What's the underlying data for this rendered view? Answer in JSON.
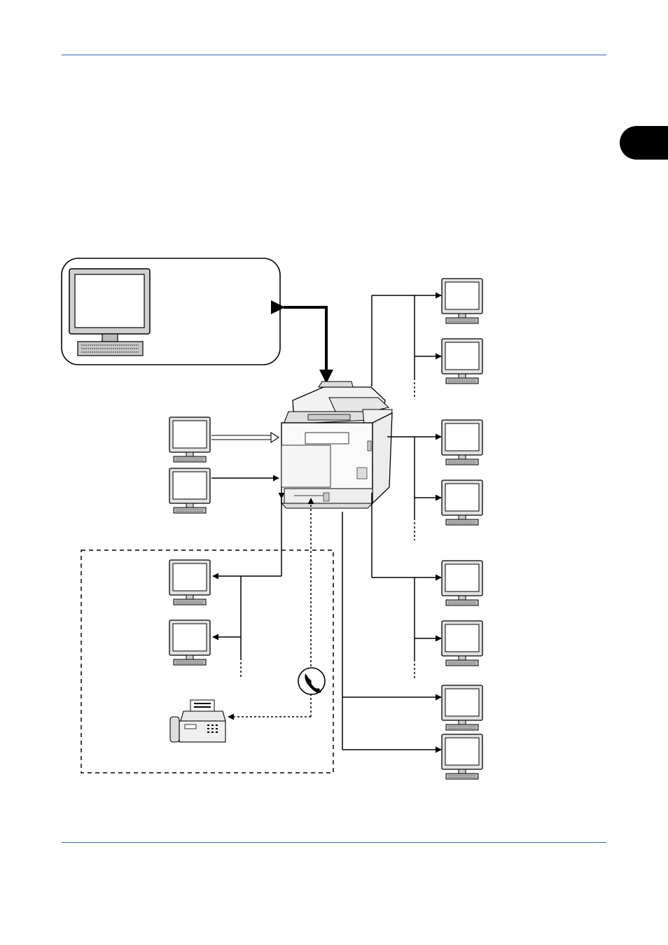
{
  "page": {
    "header_rule_color": "#2b6cb8",
    "chapter_tab_color": "#000000"
  },
  "diagram": {
    "nodes": [
      {
        "id": "admin-pc",
        "icon": "desktop-computer-icon"
      },
      {
        "id": "mfp",
        "icon": "multifunction-printer-icon"
      },
      {
        "id": "print-source-pcs",
        "icon": "computer-icon",
        "count": 2
      },
      {
        "id": "fax-destination-pcs",
        "icon": "computer-icon",
        "count": 2
      },
      {
        "id": "fax-machine",
        "icon": "fax-machine-icon"
      },
      {
        "id": "phone-line",
        "icon": "telephone-icon"
      },
      {
        "id": "scan-destination-pcs",
        "icon": "computer-icon",
        "count": 8
      }
    ]
  }
}
